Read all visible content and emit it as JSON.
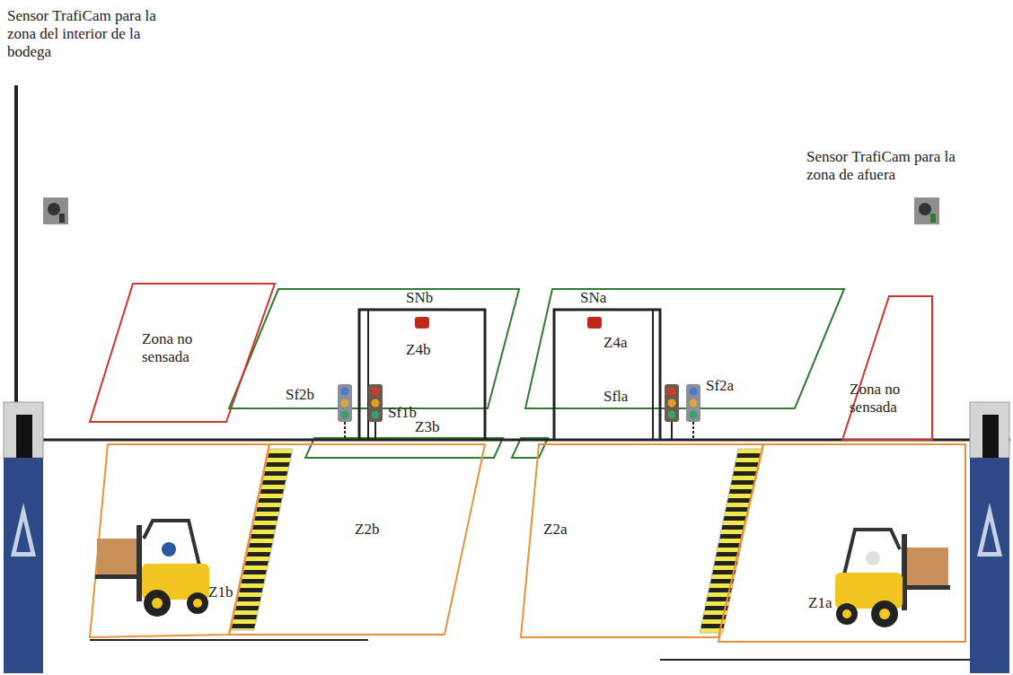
{
  "diagram": {
    "nodes": [
      {
        "text": [
          "Zona no sensada"
        ]
      },
      {
        "text": [
          "Zona no sensada"
        ]
      },
      {
        "text": [
          "Z2b"
        ]
      },
      {
        "text": [
          "Z2a"
        ]
      }
    ],
    "labels": [
      "Sensor TrafiCam para la zona del interior de la bodega",
      "Sensor TrafiCam para la zona de afuera",
      "SNb",
      "SNa",
      "Z4b",
      "Z4a",
      "Sf2b",
      "Sf1b",
      "Sfla",
      "Sf2a",
      "Z3b",
      "Z1b",
      "Z1a"
    ]
  }
}
